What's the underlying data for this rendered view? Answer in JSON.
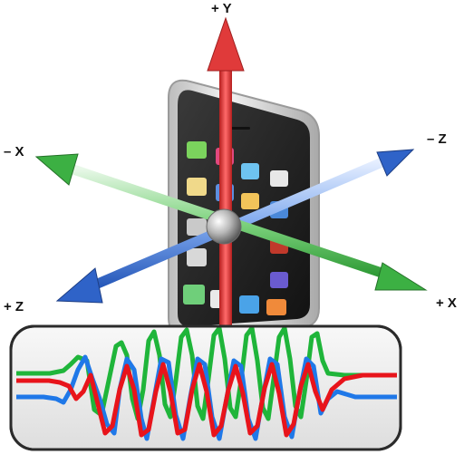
{
  "axes": {
    "y_pos": "+ Y",
    "x_neg": "– X",
    "z_neg": "– Z",
    "z_pos": "+ Z",
    "x_pos": "+ X"
  },
  "colors": {
    "axis_y": "#e03a3a",
    "axis_x": "#3cb043",
    "axis_z": "#2f63c8",
    "signal_red": "#e8141b",
    "signal_green": "#1fb53a",
    "signal_blue": "#1f78e8",
    "phone_body": "#2a2a2a",
    "phone_bezel": "#d9d9d9",
    "waveform_panel": "#ececec"
  },
  "icons": [
    "phone-icon",
    "app-grid-icon",
    "axis-origin-sphere-icon"
  ]
}
